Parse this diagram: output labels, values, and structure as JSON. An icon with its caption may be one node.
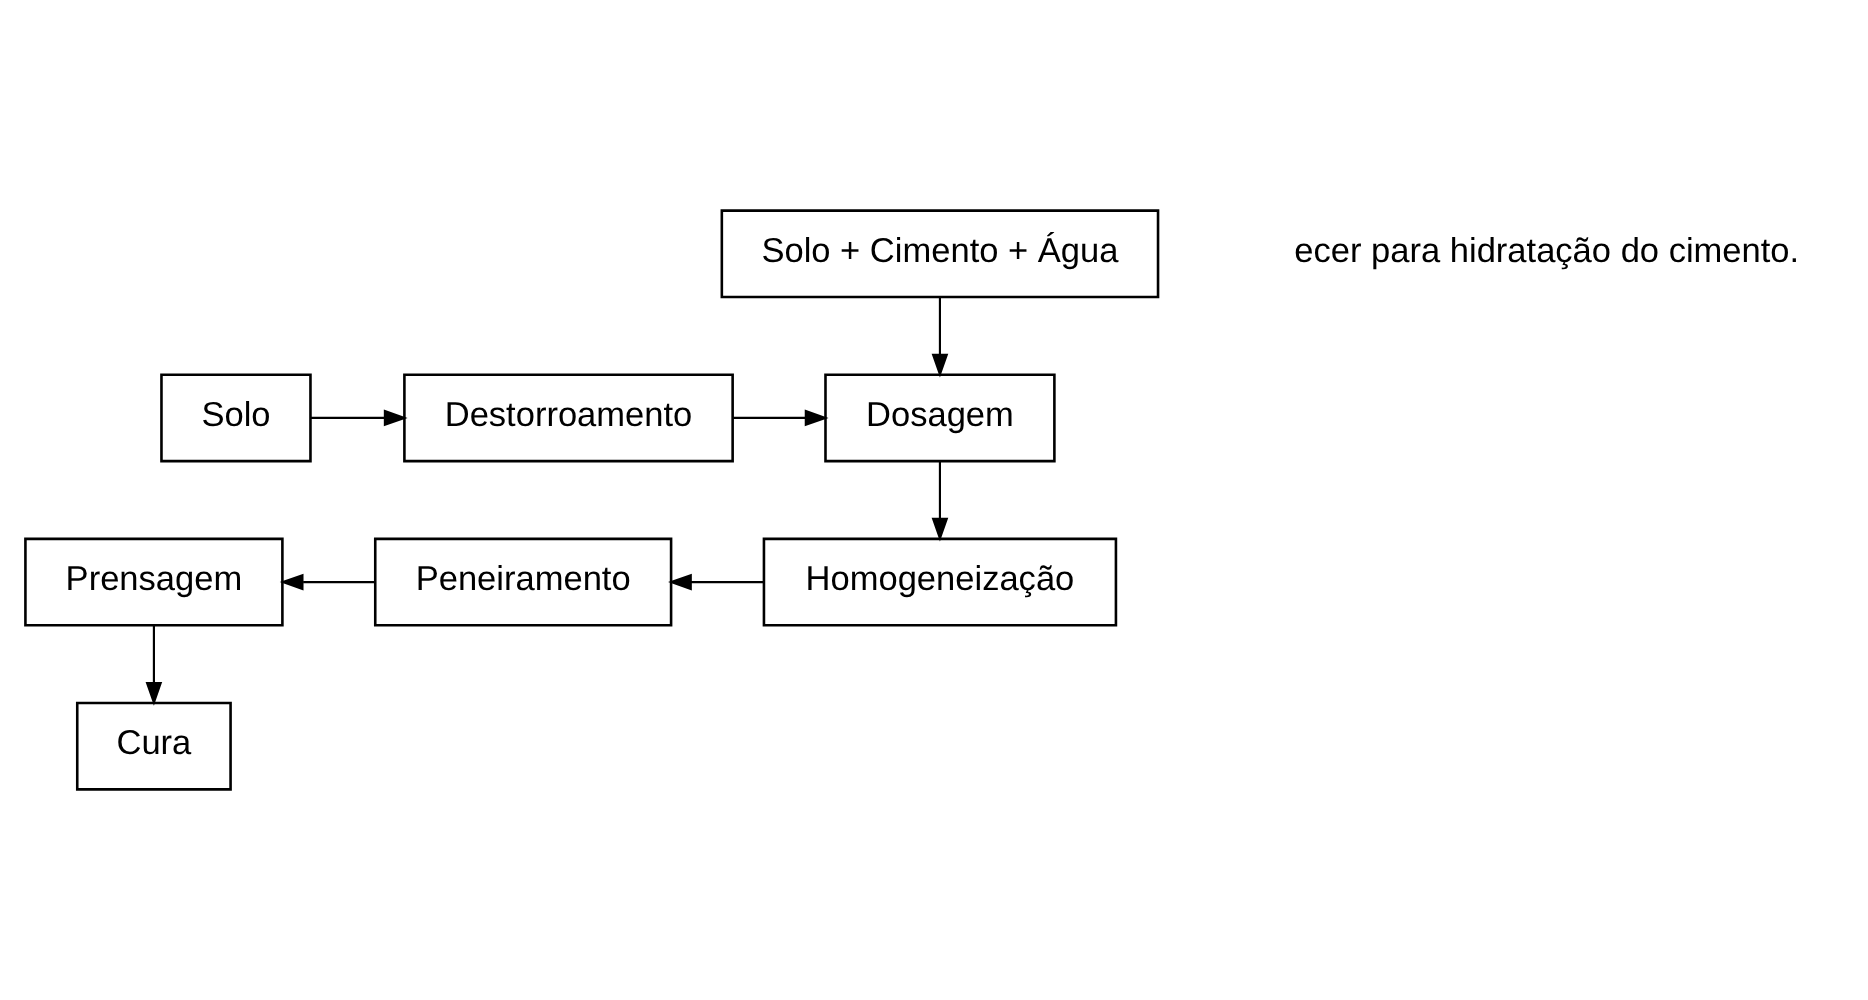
{
  "diagram": {
    "nodes": [
      {
        "text": [
          "Solo + Cimento + Água"
        ]
      },
      {
        "text": [
          "Solo"
        ]
      },
      {
        "text": [
          "Destorroamento"
        ]
      },
      {
        "text": [
          "Dosagem"
        ]
      },
      {
        "text": [
          "Homogeneização"
        ]
      },
      {
        "text": [
          "Peneiramento"
        ]
      },
      {
        "text": [
          "Prensagem"
        ]
      },
      {
        "text": [
          "Cura"
        ]
      }
    ],
    "edges": [
      {
        "from": 1,
        "to": 2,
        "arrow": "to"
      },
      {
        "from": 2,
        "to": 3,
        "arrow": "to"
      },
      {
        "from": 0,
        "to": 3,
        "arrow": "to"
      },
      {
        "from": 3,
        "to": 4,
        "arrow": "to"
      },
      {
        "from": 4,
        "to": 5,
        "arrow": "to"
      },
      {
        "from": 5,
        "to": 6,
        "arrow": "to"
      },
      {
        "from": 6,
        "to": 7,
        "arrow": "to"
      }
    ],
    "labels": [
      "ecer para hidratação do cimento."
    ]
  }
}
